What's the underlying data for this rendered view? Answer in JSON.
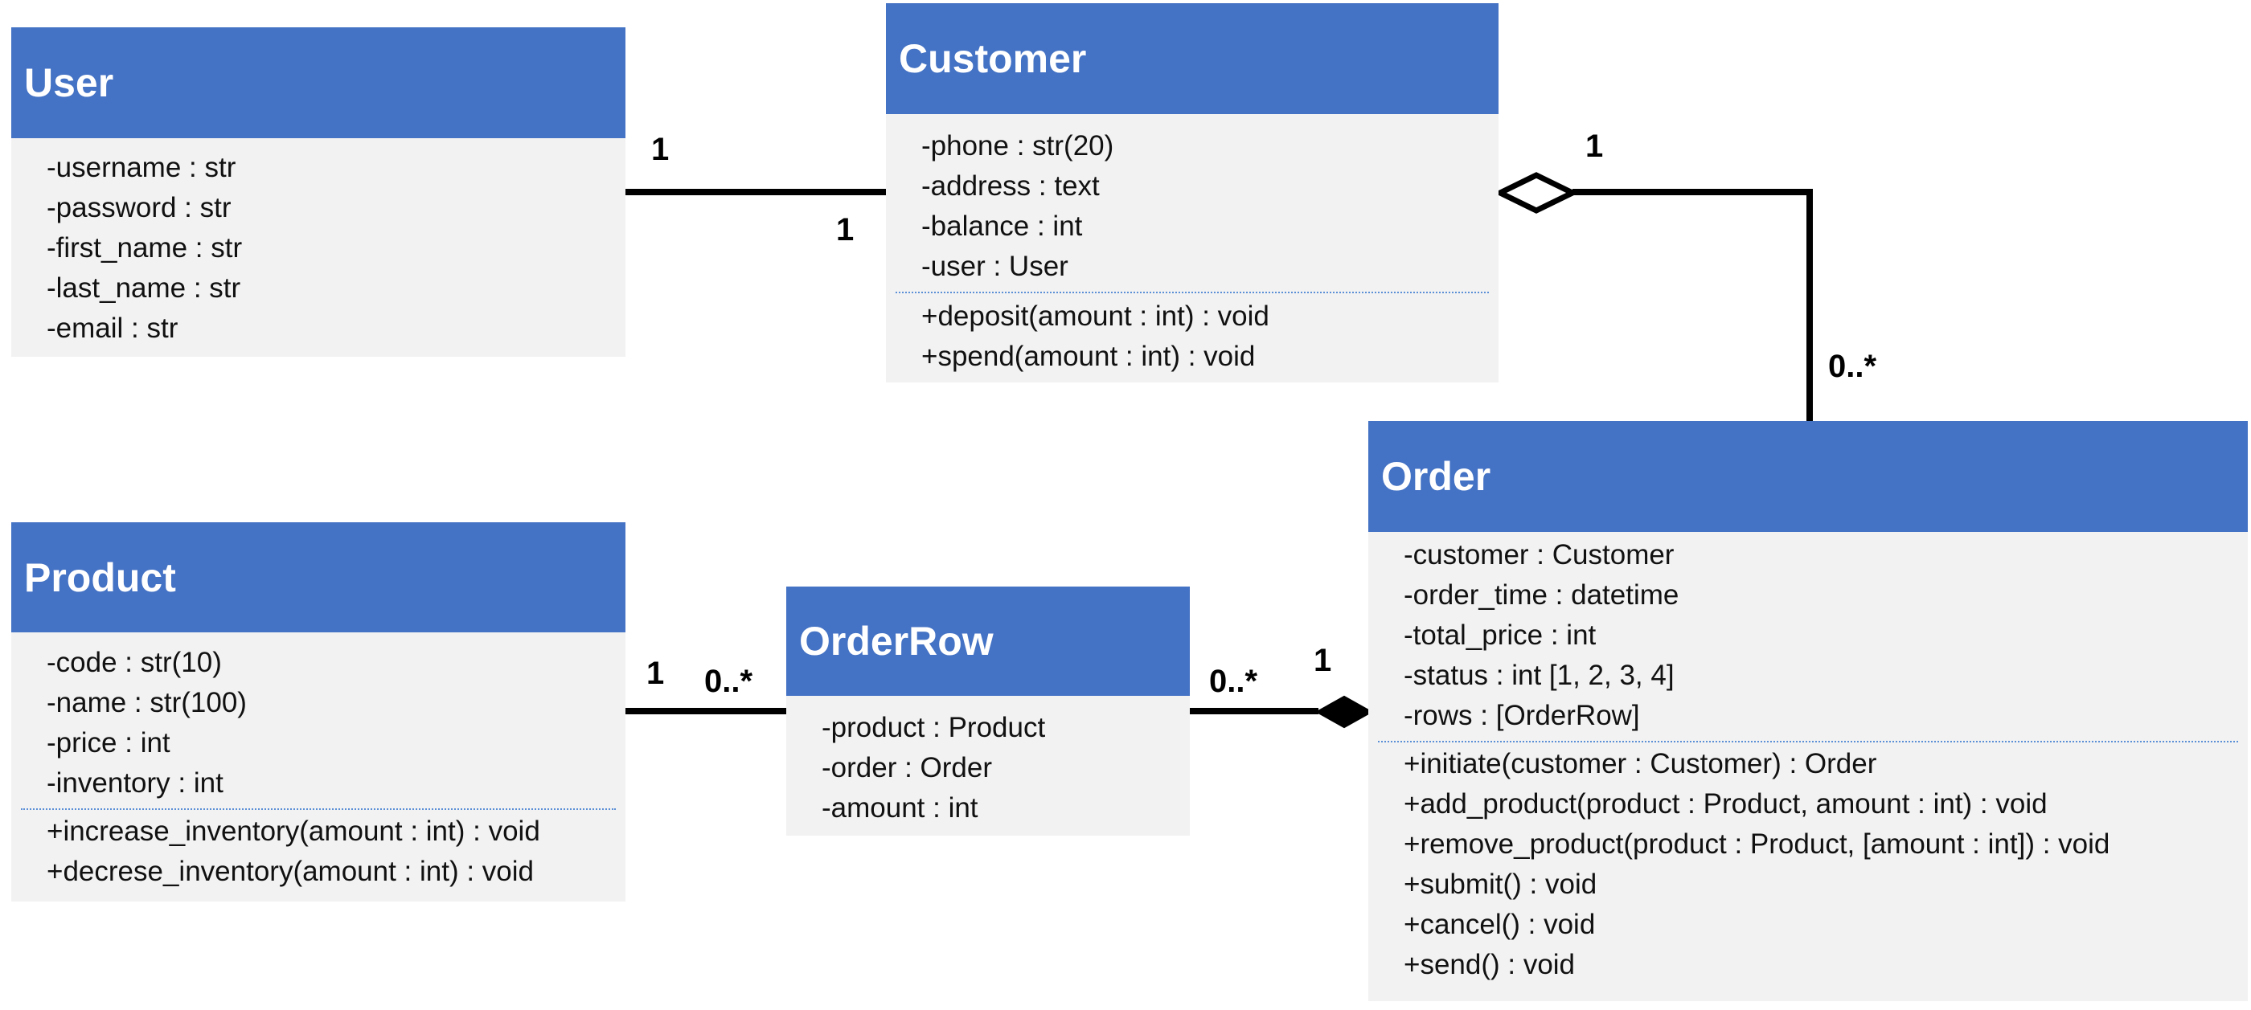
{
  "classes": {
    "user": {
      "name": "User",
      "attributes": [
        "-username : str",
        "-password : str",
        "-first_name : str",
        "-last_name : str",
        "-email : str"
      ],
      "methods": []
    },
    "customer": {
      "name": "Customer",
      "attributes": [
        "-phone : str(20)",
        "-address : text",
        "-balance : int",
        "-user : User"
      ],
      "methods": [
        "+deposit(amount : int) : void",
        "+spend(amount : int) : void"
      ]
    },
    "order": {
      "name": "Order",
      "attributes": [
        "-customer : Customer",
        "-order_time : datetime",
        "-total_price : int",
        "-status : int [1, 2, 3, 4]",
        "-rows : [OrderRow]"
      ],
      "methods": [
        "+initiate(customer : Customer) : Order",
        "+add_product(product : Product, amount : int) : void",
        "+remove_product(product : Product, [amount : int]) : void",
        "+submit() : void",
        "+cancel() : void",
        "+send() : void"
      ]
    },
    "product": {
      "name": "Product",
      "attributes": [
        "-code : str(10)",
        "-name : str(100)",
        "-price : int",
        "-inventory : int"
      ],
      "methods": [
        "+increase_inventory(amount : int) : void",
        "+decrese_inventory(amount : int) : void"
      ]
    },
    "orderrow": {
      "name": "OrderRow",
      "attributes": [
        "-product : Product",
        "-order : Order",
        "-amount : int"
      ],
      "methods": []
    }
  },
  "associations": {
    "user_customer": {
      "user_end": "1",
      "customer_end": "1"
    },
    "customer_order": {
      "customer_end": "1",
      "order_end": "0..*",
      "type": "aggregation"
    },
    "product_orderrow": {
      "product_end": "1",
      "orderrow_end": "0..*"
    },
    "orderrow_order": {
      "orderrow_end": "0..*",
      "order_end": "1",
      "type": "composition"
    }
  },
  "colors": {
    "header": "#4472c4",
    "header_text": "#ffffff",
    "body": "#f2f2f2",
    "separator": "#5b8fd6",
    "line": "#000000"
  }
}
